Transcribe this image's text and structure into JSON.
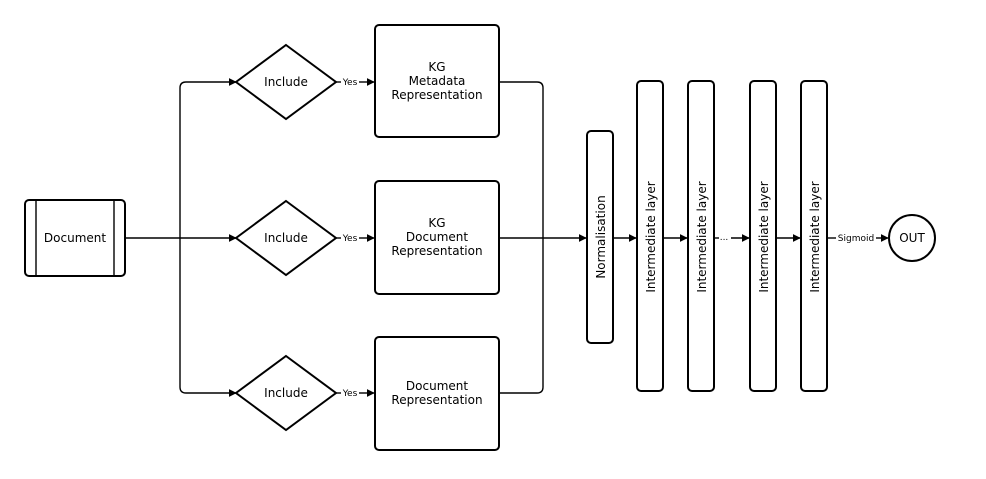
{
  "document": {
    "label": "Document"
  },
  "branches": [
    {
      "decision": "Include",
      "edge_label": "Yes",
      "box_lines": [
        "KG",
        "Metadata",
        "Representation"
      ]
    },
    {
      "decision": "Include",
      "edge_label": "Yes",
      "box_lines": [
        "KG",
        "Document",
        "Representation"
      ]
    },
    {
      "decision": "Include",
      "edge_label": "Yes",
      "box_lines": [
        "Document",
        "Representation"
      ]
    }
  ],
  "normalisation": {
    "label": "Normalisation"
  },
  "layers": [
    {
      "label": "Intermediate layer"
    },
    {
      "label": "Intermediate layer"
    },
    {
      "label": "Intermediate layer"
    },
    {
      "label": "Intermediate layer"
    }
  ],
  "ellipsis": "...",
  "activation": "Sigmoid",
  "output": {
    "label": "OUT"
  }
}
